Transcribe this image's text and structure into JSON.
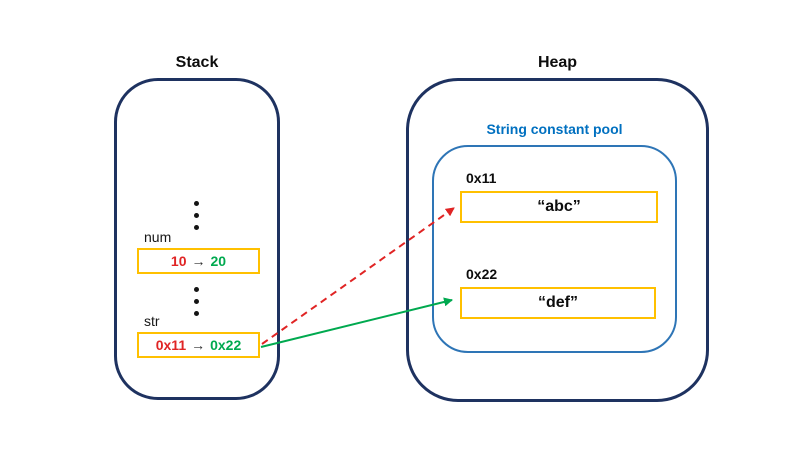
{
  "colors": {
    "container_navy": "#1e3260",
    "pool_border_blue": "#2e75b6",
    "pool_title_blue": "#0070c0",
    "box_border_orange": "#ffc000",
    "old_value_red": "#e02424",
    "new_value_green": "#00a94f",
    "text_black": "#0d0d0d"
  },
  "stack": {
    "title": "Stack",
    "variables": [
      {
        "name": "num",
        "old_value": "10",
        "arrow": "→",
        "new_value": "20"
      },
      {
        "name": "str",
        "old_value": "0x11",
        "arrow": "→",
        "new_value": "0x22"
      }
    ]
  },
  "heap": {
    "title": "Heap",
    "pool": {
      "title": "String constant pool",
      "entries": [
        {
          "address": "0x11",
          "value": "“abc”"
        },
        {
          "address": "0x22",
          "value": "“def”"
        }
      ]
    }
  },
  "arrows": [
    {
      "from": "str",
      "to": "0x11 “abc”",
      "style": "dashed",
      "color": "#e02424"
    },
    {
      "from": "str",
      "to": "0x22 “def”",
      "style": "solid",
      "color": "#00a94f"
    }
  ]
}
